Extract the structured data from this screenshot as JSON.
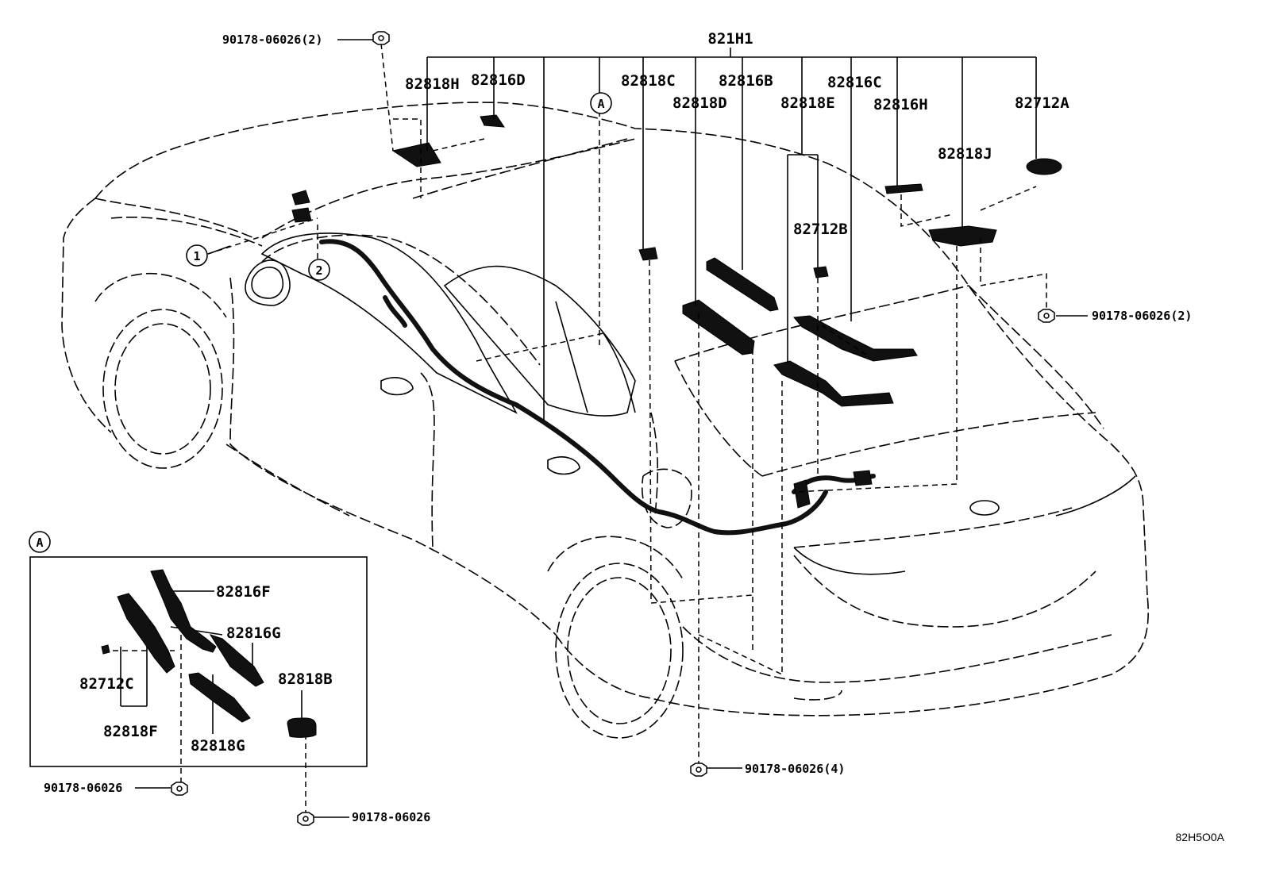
{
  "diagram": {
    "main_part": "821H1",
    "callouts": {
      "p82818H": "82818H",
      "p82816D": "82816D",
      "p82818C": "82818C",
      "p82816B": "82816B",
      "p82818D": "82818D",
      "p82816C": "82816C",
      "p82818E": "82818E",
      "p82816H": "82816H",
      "p82712A": "82712A",
      "p82818J": "82818J",
      "p82712B": "82712B",
      "p82816F": "82816F",
      "p82816G": "82816G",
      "p82818B": "82818B",
      "p82712C": "82712C",
      "p82818F": "82818F",
      "p82818G": "82818G"
    },
    "bolts": {
      "top_left": "90178-06026(2)",
      "right": "90178-06026(2)",
      "bottom_center": "90178-06026(4)",
      "inset_a": "90178-06026",
      "inset_b": "90178-06026"
    },
    "markers": {
      "view_a": "A",
      "inset_a": "A",
      "one": "1",
      "two": "2"
    },
    "reference_code": "82H5O0A"
  }
}
